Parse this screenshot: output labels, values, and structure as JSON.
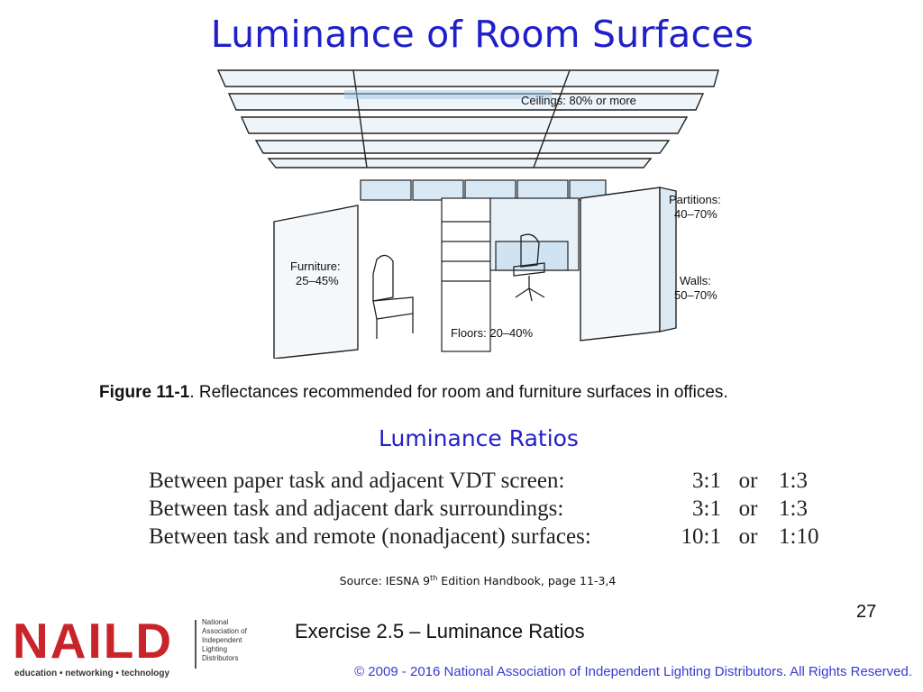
{
  "title": "Luminance of Room Surfaces",
  "figure": {
    "labels": {
      "ceilings": "Ceilings: 80% or more",
      "partitions_1": "Partitions:",
      "partitions_2": "40–70%",
      "furniture_1": "Furniture:",
      "furniture_2": "25–45%",
      "walls_1": "Walls:",
      "walls_2": "50–70%",
      "floors": "Floors: 20–40%"
    },
    "caption_bold": "Figure 11-1",
    "caption_text": ". Reflectances recommended for room and furniture surfaces in offices."
  },
  "subtitle": "Luminance Ratios",
  "ratios": [
    {
      "label": "Between paper task and adjacent VDT screen:",
      "a": "3:1",
      "or": "or",
      "b": "1:3"
    },
    {
      "label": "Between task and adjacent dark surroundings:",
      "a": "3:1",
      "or": "or",
      "b": "1:3"
    },
    {
      "label": "Between task and remote (nonadjacent) surfaces:",
      "a": "10:1",
      "or": "or",
      "b": "1:10"
    }
  ],
  "source": {
    "prefix": "Source: IESNA 9",
    "sup": "th",
    "suffix": " Edition Handbook, page 11-3,4"
  },
  "page_number": "27",
  "exercise": "Exercise 2.5 – Luminance Ratios",
  "copyright": "© 2009 - 2016 National Association of Independent Lighting Distributors. All Rights Reserved.",
  "logo": {
    "word": "NAILD",
    "tagline": "education • networking • technology",
    "org_lines": [
      "National",
      "Association of",
      "Independent",
      "Lighting",
      "Distributors"
    ]
  },
  "colors": {
    "title": "#2020c8",
    "logo_red": "#c8242a",
    "copyright": "#3a3ad0"
  }
}
